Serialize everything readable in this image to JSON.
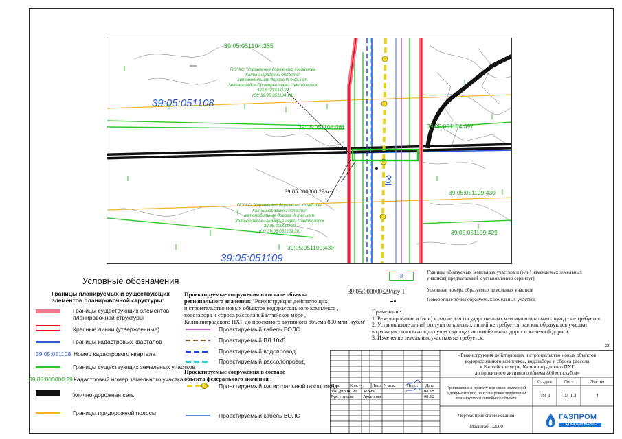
{
  "map": {
    "labels": {
      "parcel_355": "39:05:051104:355",
      "quarter_108": "39:05:051108",
      "quarter_109": "39:05:051109",
      "parcel_381": "39:05:051104:381",
      "parcel_397": "39:05:051104:397",
      "parcel_430": "39:05:051109:430",
      "parcel_430b": "39:05:051109:430",
      "parcel_429": "39:05:051109:429",
      "chzu1": "39:05:000000:29/чзу 1",
      "number_3": "3"
    },
    "note_top": [
      "ГКУ КО \"Управление дорожного хозяйства",
      "Калининградской области\"",
      "автомобильная дорога III тех.кат.",
      "Зеленоградск-Приморье через Светлогорск",
      "39:05:000000:29",
      "(ОУ 39:05:051104:18)"
    ],
    "note_bottom": [
      "ГКУ КО \"Управление дорожного хозяйства",
      "Калининградской области\"",
      "автомобильная дорога III тех.кат.",
      "Зеленоградск-Приморье через Светлогорск",
      "39:05:000000:29",
      "(ОУ 39:05:051109:30)"
    ]
  },
  "legend": {
    "title": "Условные обозначения",
    "left_header": [
      "Границы планируемых и существующих",
      "элементов планировочной структуры:"
    ],
    "items": {
      "existing_elements": [
        "Границы существующих элементов",
        "планировочной структуры"
      ],
      "red_lines": "Красные линии (утвержденные)",
      "cadastral_quarters": "Границы кадастровых кварталов",
      "quarter_number_sample": "39:05:051108",
      "quarter_number_label": "Номер кадастрового квартала",
      "existing_parcels": "Границы существующих земельных участков",
      "parcel_number_sample": "39:05:000000:29",
      "parcel_number_label": "Кадастровый номер  земельного участка",
      "street_network": "Улично-дорожная сеть",
      "roadside_strip": "Границы придорожной полосы"
    },
    "regional_header": [
      "Проектируемые сооружения в составе объекта",
      "регионального значения:"
    ],
    "regional_text": [
      " \"Реконструкция действующих",
      "и строительство новых объектов водорассольного комплекса ,",
      "водозабора и сброса рассола в Балтийское море ,",
      "Калининградского ПХГ до проектного активного объема  800 млн. куб.м\""
    ],
    "regional_items": {
      "fiber_cable": "Проектируемый кабель ВОЛС",
      "vl10": "Проектируемый ВЛ 10кВ",
      "water_pipe": "Проектируемый водопровод",
      "brine_pipe": "Проектируемый рассолопровод"
    },
    "federal_header": [
      "Проектируемые сооружения в составе",
      "объекта федерального значения :"
    ],
    "federal_items": {
      "gas_pipeline": "Проектируемый магистральный газопровод",
      "fiber_cable": "Проектируемый кабель ВОЛС"
    },
    "right_items": {
      "sample_box": "3",
      "boundaries": [
        "Границы образуемых земельных участков и (или) изменяемых  земельных",
        "участков( предлагаемый к установлению сервитут)"
      ],
      "sample_number": "39:05:000000:29/чзу 1",
      "conditional_numbers": "Условные номера образуемых земельных участков",
      "turning_points": "Поворотные точки образуемых  земельных участков"
    },
    "notes_header": "Примечание:",
    "notes": [
      "1. Резервирование и (или) изъятие для государственных или муниципальных нужд - не требуется.",
      "2. Установление линий отступа от красных линий не требуется, так как  образуются участки",
      "    в границах полосы отвода  существующих автомобильных дорог и железной дороги.",
      "3. Изменение земельных участков не требуется."
    ]
  },
  "stamp": {
    "sheet_number": "22",
    "project_title": [
      "«Реконструкция действующих и строительство новых объектов",
      "водорассольного комплекса, водозабора и сброса рассола",
      "в Балтийское море, Калининградского ПХГ",
      "до проектного активного объема 800 млн.куб.м»"
    ],
    "headers": [
      "Изм.",
      "Кол.уч.",
      "Лист",
      "N док.",
      "Подп.",
      "Дата"
    ],
    "row1": {
      "role": "Зам.дир.по из.",
      "name": "Зорин",
      "date": "08.18"
    },
    "row2": {
      "role": "Рук. группы",
      "name": "Аксенова",
      "date": "08.18"
    },
    "description": [
      "Приложение к проекту внесения изменений",
      "в документацию по планировке территории",
      "планируемого линейного объекта"
    ],
    "stage_header": "Стадия",
    "sheet_header": "Лист",
    "sheets_header": "Листов",
    "stage": "ПМ-1",
    "sheet": "ПМ-1.3",
    "sheets": "4",
    "drawing_title": "Чертеж проекта межевания",
    "scale": "Масштаб 1:2000",
    "logo_text": "ГАЗПРОМ",
    "logo_sub": "ПРОЕКТИРОВАНИЕ"
  }
}
